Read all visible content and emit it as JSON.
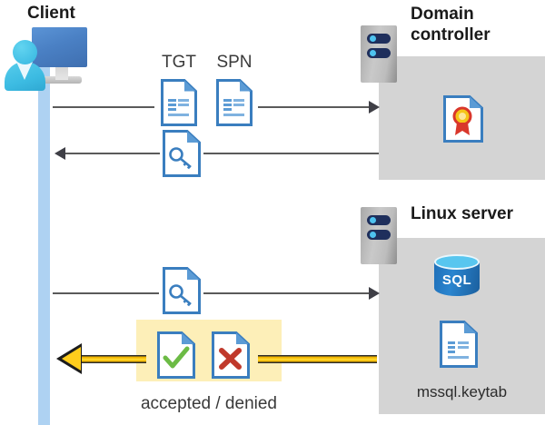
{
  "diagram": {
    "title_client": "Client",
    "title_domain_controller": "Domain controller",
    "title_linux_server": "Linux server",
    "labels": {
      "tgt": "TGT",
      "spn": "SPN",
      "keytab": "mssql.keytab",
      "result": "accepted / denied",
      "sql": "SQL"
    },
    "icons": {
      "client": "client-computer-user-icon",
      "dc_rack": "server-rack-icon",
      "linux_rack": "server-rack-icon",
      "certificate": "certificate-document-icon",
      "tgt_doc": "text-document-icon",
      "spn_doc": "text-document-icon",
      "ticket_key_doc": "key-document-icon",
      "request_key_doc": "key-document-icon",
      "accepted_doc": "check-document-icon",
      "denied_doc": "x-document-icon",
      "database": "sql-database-icon",
      "keytab_doc": "text-document-icon"
    },
    "flows": [
      {
        "name": "client-to-dc-request",
        "direction": "right",
        "style": "grey"
      },
      {
        "name": "dc-to-client-ticket",
        "direction": "left",
        "style": "grey"
      },
      {
        "name": "client-to-linux-request",
        "direction": "right",
        "style": "grey"
      },
      {
        "name": "linux-to-client-result",
        "direction": "left",
        "style": "yellow"
      }
    ],
    "colors": {
      "panel_grey": "#d4d4d4",
      "lifeline_blue": "#aed2f2",
      "highlight_yellow": "#fdefb8",
      "arrow_grey": "#5a5a5a",
      "arrow_yellow": "#ffd528",
      "doc_border_blue": "#3a7ebf",
      "accept_green": "#6cbb45",
      "deny_red": "#c0392b",
      "cert_gold": "#f5c518",
      "sql_blue": "#1f6fb8",
      "title_black": "#1a1a1a"
    }
  }
}
